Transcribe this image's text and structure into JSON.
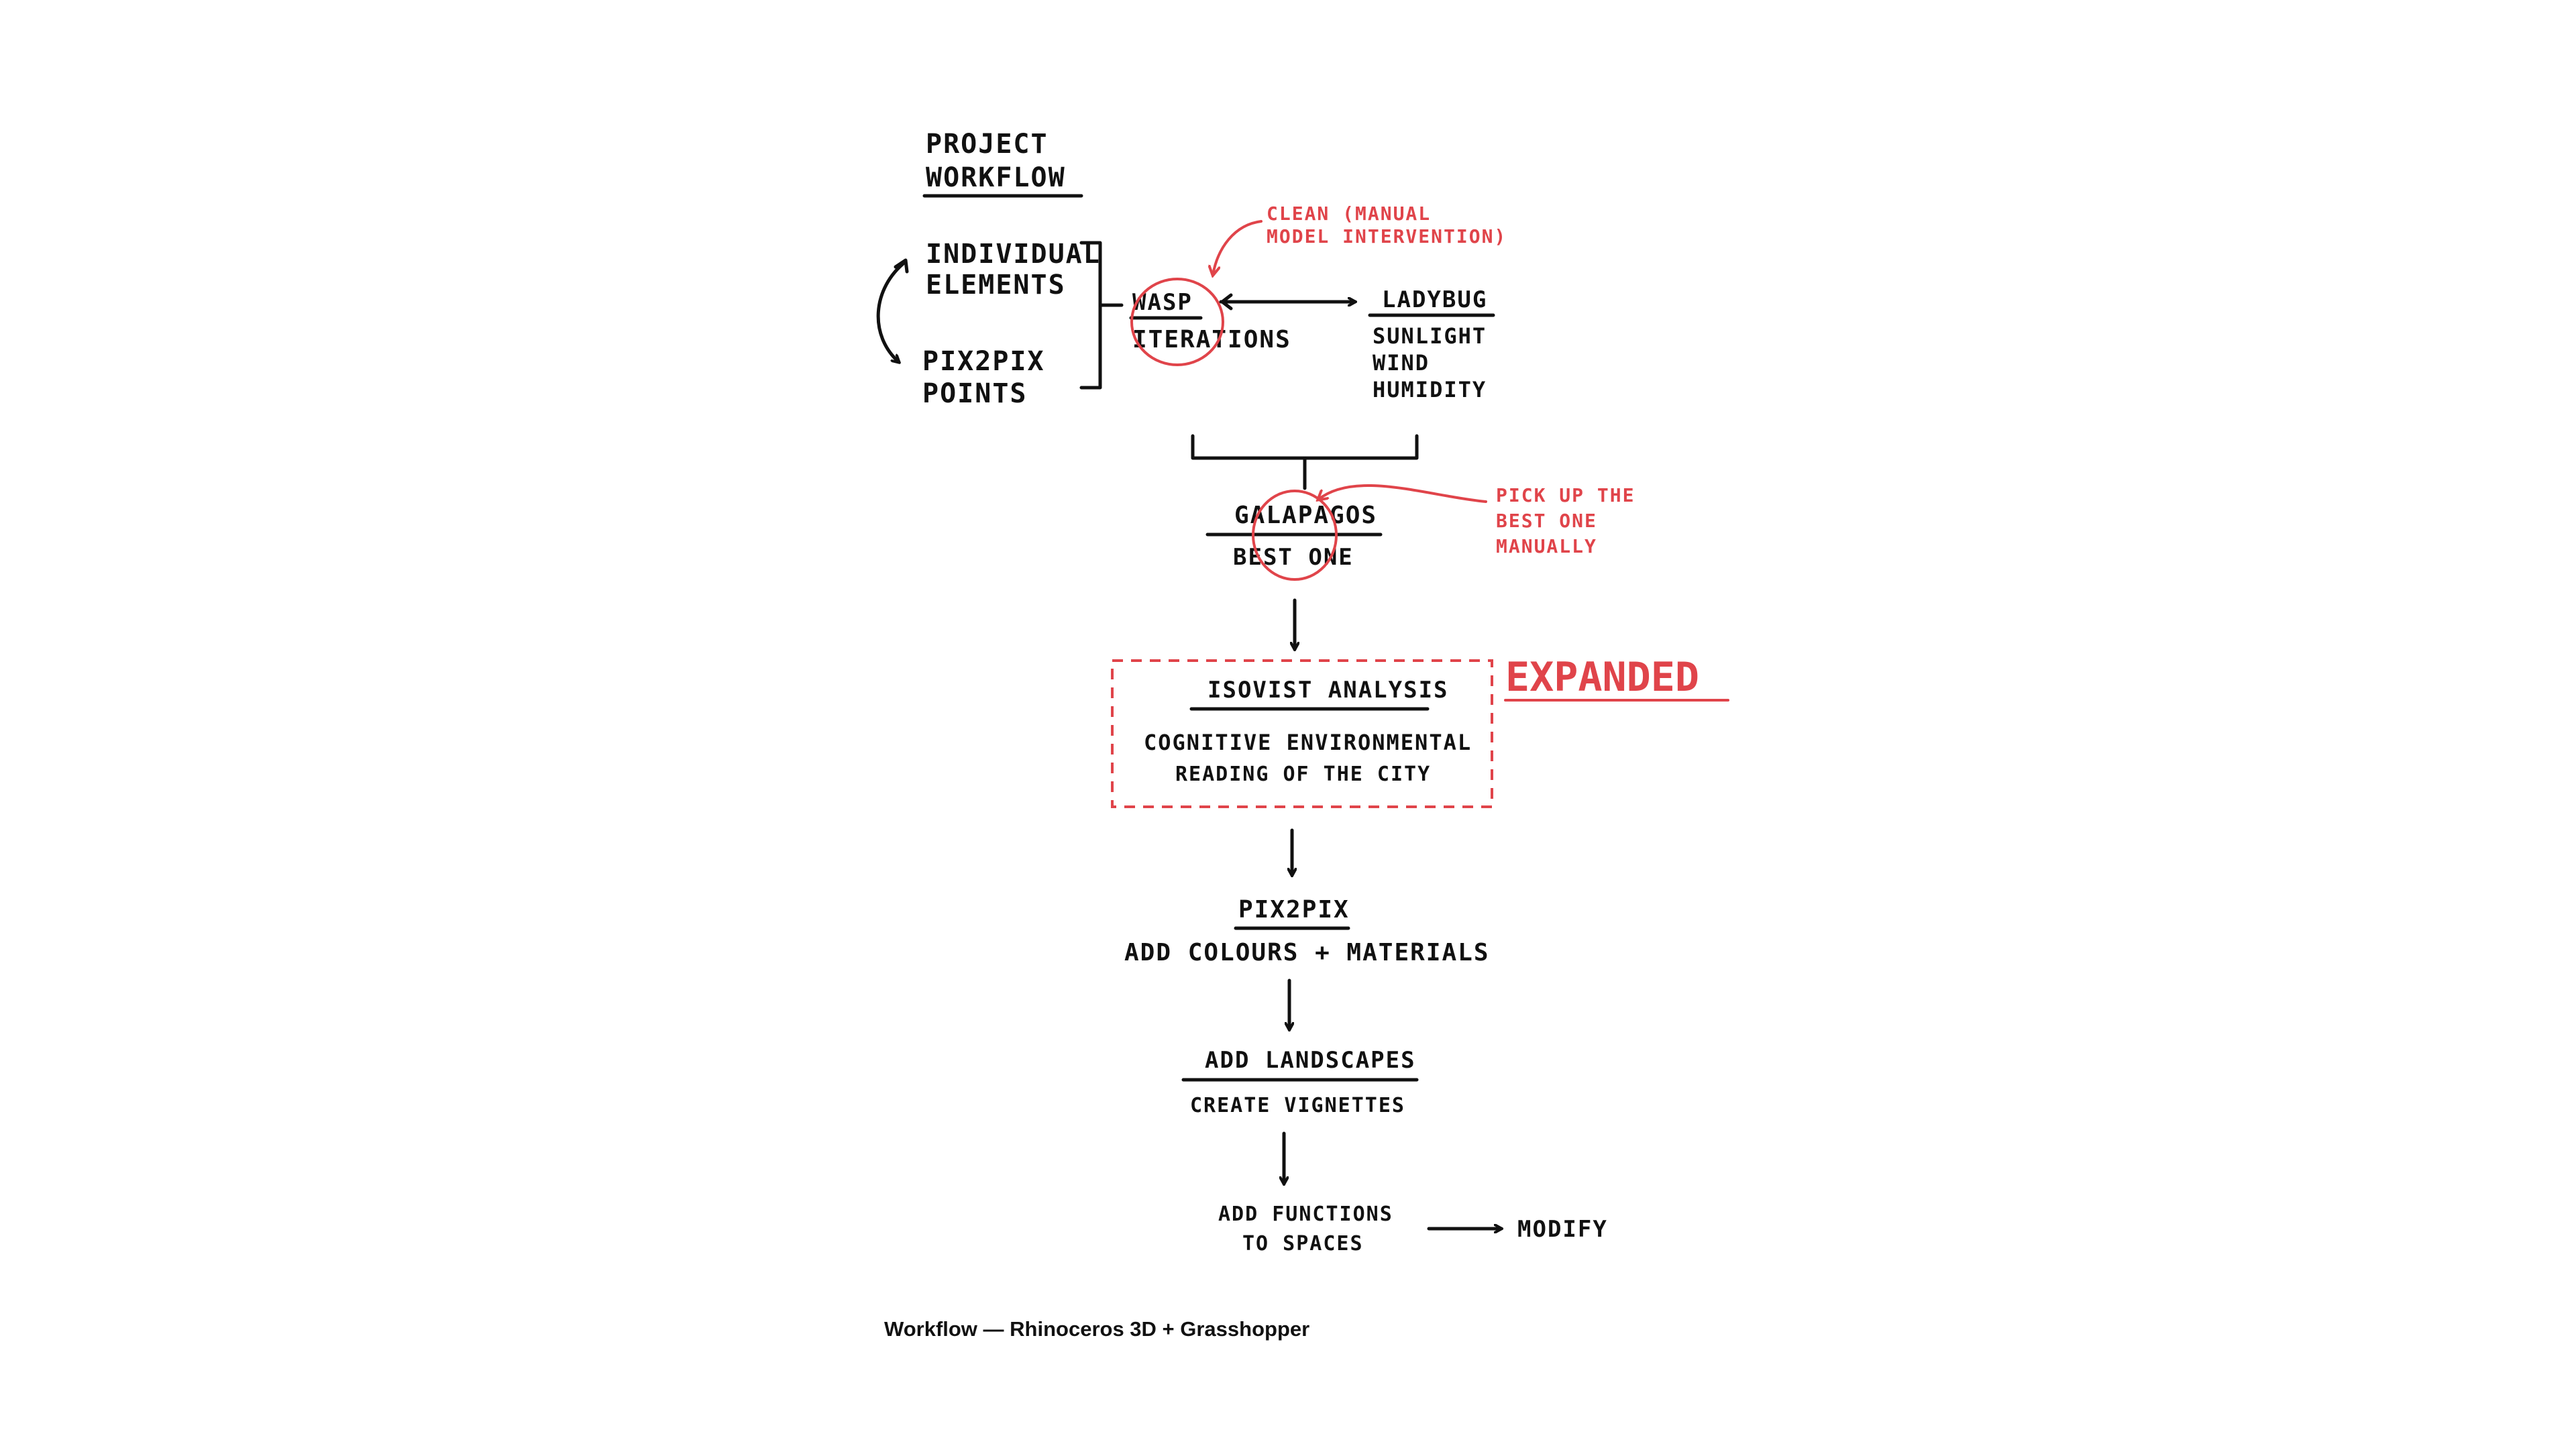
{
  "colors": {
    "ink": "#111111",
    "annotation": "#e0444a",
    "background": "#ffffff"
  },
  "title": {
    "line1": "PROJECT",
    "line2": "WORKFLOW"
  },
  "inputs": {
    "elements_line1": "INDIVIDUAL",
    "elements_line2": "ELEMENTS",
    "points_line1": "PIX2PIX",
    "points_line2": "POINTS"
  },
  "wasp": {
    "line1": "WASP",
    "line2": "ITERATIONS"
  },
  "ladybug": {
    "title": "LADYBUG",
    "items": [
      "SUNLIGHT",
      "WIND",
      "HUMIDITY"
    ]
  },
  "notes": {
    "clean_line1": "CLEAN (MANUAL",
    "clean_line2": "MODEL INTERVENTION)",
    "pick_line1": "PICK UP THE",
    "pick_line2": "BEST ONE",
    "pick_line3": "MANUALLY"
  },
  "galapagos": {
    "title": "GALAPAGOS",
    "sub": "BEST ONE"
  },
  "isovist": {
    "title": "ISOVIST ANALYSIS",
    "line1": "COGNITIVE ENVIRONMENTAL",
    "line2": "READING OF THE CITY",
    "tag": "EXPANDED"
  },
  "pix2pix": {
    "title": "PIX2PIX",
    "sub": "ADD COLOURS + MATERIALS"
  },
  "landscapes": {
    "title": "ADD LANDSCAPES",
    "sub": "CREATE VIGNETTES"
  },
  "functions": {
    "line1": "ADD FUNCTIONS",
    "line2": "TO SPACES",
    "next": "MODIFY"
  },
  "caption": "Workflow — Rhinoceros 3D + Grasshopper",
  "icons": {
    "connectors": "arrow-icon",
    "brackets": "bracket-icon"
  }
}
